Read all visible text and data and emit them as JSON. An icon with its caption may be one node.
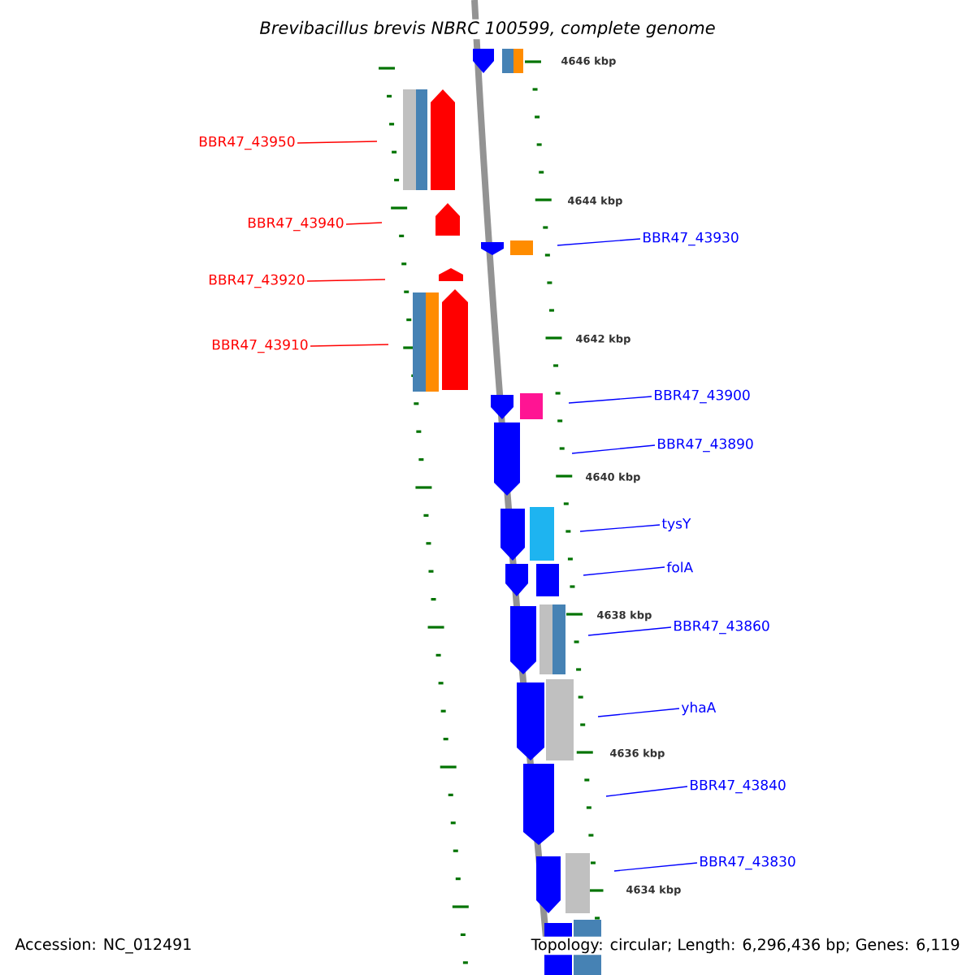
{
  "diagram": {
    "title": "Brevibacillus brevis NBRC 100599, complete genome",
    "nodes": [
      {
        "text": [
          "BBR47_43950"
        ]
      },
      {
        "text": [
          "BBR47_43940"
        ]
      },
      {
        "text": [
          "BBR47_43930"
        ]
      },
      {
        "text": [
          "BBR47_43920"
        ]
      },
      {
        "text": [
          "BBR47_43910"
        ]
      },
      {
        "text": [
          "BBR47_43900"
        ]
      },
      {
        "text": [
          "BBR47_43890"
        ]
      },
      {
        "text": [
          "tysY"
        ]
      },
      {
        "text": [
          "folA"
        ]
      },
      {
        "text": [
          "BBR47_43860"
        ]
      },
      {
        "text": [
          "yhaA"
        ]
      },
      {
        "text": [
          "BBR47_43840"
        ]
      },
      {
        "text": [
          "BBR47_43830"
        ]
      }
    ],
    "edges": [
      {
        "from": 0,
        "to": null,
        "arrow": "none",
        "color": "#ff0000"
      },
      {
        "from": 1,
        "to": null,
        "arrow": "none",
        "color": "#ff0000"
      },
      {
        "from": 2,
        "to": null,
        "arrow": "none"
      },
      {
        "from": 3,
        "to": null,
        "arrow": "none",
        "color": "#ff0000"
      },
      {
        "from": 4,
        "to": null,
        "arrow": "none",
        "color": "#ff0000"
      },
      {
        "from": 5,
        "to": null,
        "arrow": "none"
      },
      {
        "from": 6,
        "to": null,
        "arrow": "none"
      },
      {
        "from": 7,
        "to": null,
        "arrow": "none"
      },
      {
        "from": 8,
        "to": null,
        "arrow": "none"
      },
      {
        "from": 9,
        "to": null,
        "arrow": "none"
      },
      {
        "from": 10,
        "to": null,
        "arrow": "none"
      },
      {
        "from": 11,
        "to": null,
        "arrow": "none"
      },
      {
        "from": 12,
        "to": null,
        "arrow": "none"
      }
    ],
    "labels": [
      "4646 kbp",
      "4644 kbp",
      "4642 kbp",
      "4640 kbp",
      "4638 kbp",
      "4636 kbp",
      "4634 kbp",
      "Accession: NC_012491",
      "Topology: circular; Length: 6,296,436 bp; Genes: 6,119"
    ]
  }
}
